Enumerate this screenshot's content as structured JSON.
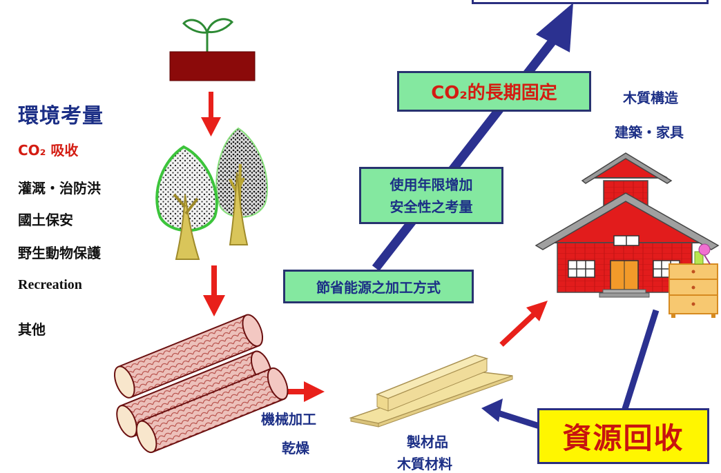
{
  "environment": {
    "title": "環境考量",
    "items": [
      "CO₂ 吸收",
      "灌溉・治防洪",
      "國土保安",
      "野生動物保護",
      "Recreation",
      "其他"
    ]
  },
  "boxes": {
    "co2_fixation": "CO₂的長期固定",
    "service_life_line1": "使用年限增加",
    "service_life_line2": "安全性之考量",
    "energy_saving": "節省能源之加工方式",
    "recycling": "資源回收"
  },
  "labels": {
    "wood_structure": "木質構造",
    "building_furniture": "建築・家具",
    "machining": "機械加工",
    "drying": "乾燥",
    "products": "製材品",
    "wood_materials": "木質材料"
  },
  "colors": {
    "flow_arrow_red": "#e8201a",
    "main_arrow_blue": "#2b3190",
    "box_green": "#84e8a0",
    "recycle_yellow": "#fff600",
    "title_blue": "#1c2f86",
    "text_red": "#d41c12",
    "house_red": "#e21c1c",
    "log_color": "#e8b4ae",
    "lumber_color": "#f3e2a0"
  },
  "icons": [
    "seedling-icon",
    "trees-icon",
    "logs-icon",
    "lumber-icon",
    "house-icon",
    "dresser-icon"
  ]
}
